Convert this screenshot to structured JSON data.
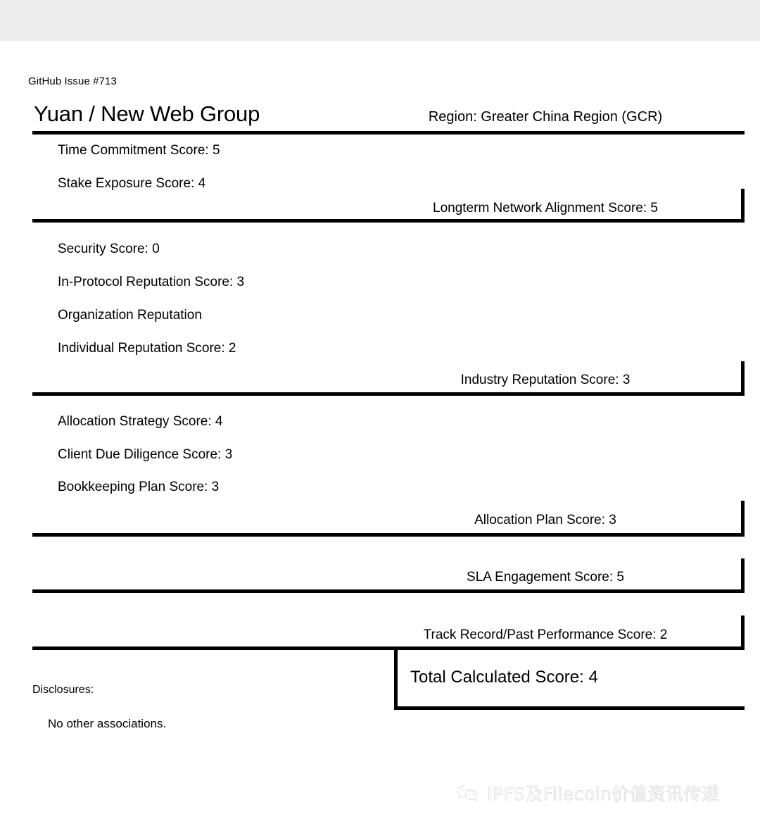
{
  "window": {
    "chrome_bar_color": "#ececec"
  },
  "header": {
    "issue_ref": "GitHub Issue #713",
    "org_title": "Yuan / New Web Group",
    "region": "Region: Greater China Region (GCR)"
  },
  "sections": [
    {
      "name": "network-alignment",
      "left_items": [
        "Time Commitment Score: 5",
        "Stake Exposure Score: 4"
      ],
      "summary": "Longterm Network Alignment Score: 5"
    },
    {
      "name": "reputation",
      "left_items": [
        "Security Score: 0",
        "In-Protocol Reputation Score: 3",
        "Organization Reputation",
        "Individual Reputation Score: 2"
      ],
      "summary": "Industry Reputation Score: 3"
    },
    {
      "name": "allocation-plan",
      "left_items": [
        "Allocation Strategy Score: 4",
        "Client Due Diligence Score: 3",
        "Bookkeeping Plan Score: 3"
      ],
      "summary": "Allocation Plan Score: 3"
    },
    {
      "name": "sla",
      "left_items": [],
      "summary": "SLA Engagement Score: 5"
    },
    {
      "name": "track-record",
      "left_items": [],
      "summary": "Track Record/Past Performance Score: 2"
    }
  ],
  "total": {
    "label": "Total Calculated Score: 4"
  },
  "disclosures": {
    "title": "Disclosures:",
    "body": "No other associations."
  },
  "watermark": {
    "text": "IPFS及Filecoin价值资讯传递",
    "logo": "wechat-icon"
  },
  "scores": {
    "time_commitment": 5,
    "stake_exposure": 4,
    "longterm_network_alignment": 5,
    "security": 0,
    "in_protocol_reputation": 3,
    "individual_reputation": 2,
    "industry_reputation": 3,
    "allocation_strategy": 4,
    "client_due_diligence": 3,
    "bookkeeping_plan": 3,
    "allocation_plan": 3,
    "sla_engagement": 5,
    "track_record_past_performance": 2,
    "total_calculated": 4
  }
}
